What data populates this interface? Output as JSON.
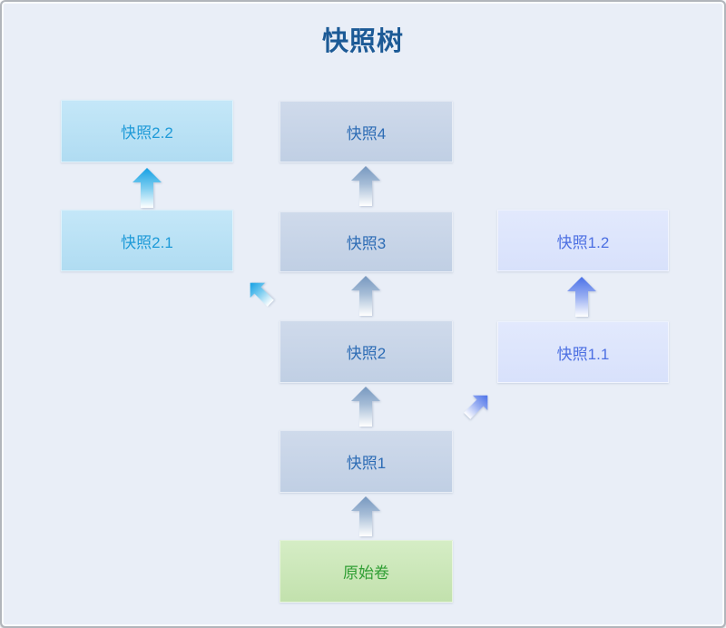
{
  "title": "快照树",
  "diagram": {
    "nodes": [
      {
        "id": "snapshot-2-2",
        "label": "快照2.2",
        "style": "cyan"
      },
      {
        "id": "snapshot-4",
        "label": "快照4",
        "style": "main"
      },
      {
        "id": "snapshot-2-1",
        "label": "快照2.1",
        "style": "cyan"
      },
      {
        "id": "snapshot-3",
        "label": "快照3",
        "style": "main"
      },
      {
        "id": "snapshot-1-2",
        "label": "快照1.2",
        "style": "lavender"
      },
      {
        "id": "snapshot-2",
        "label": "快照2",
        "style": "main"
      },
      {
        "id": "snapshot-1-1",
        "label": "快照1.1",
        "style": "lavender"
      },
      {
        "id": "snapshot-1",
        "label": "快照1",
        "style": "main"
      },
      {
        "id": "origin-volume",
        "label": "原始卷",
        "style": "green"
      }
    ],
    "edges": [
      {
        "from": "origin-volume",
        "to": "snapshot-1",
        "direction": "up",
        "color": "steel"
      },
      {
        "from": "snapshot-1",
        "to": "snapshot-2",
        "direction": "up",
        "color": "steel"
      },
      {
        "from": "snapshot-2",
        "to": "snapshot-3",
        "direction": "up",
        "color": "steel"
      },
      {
        "from": "snapshot-3",
        "to": "snapshot-4",
        "direction": "up",
        "color": "steel"
      },
      {
        "from": "snapshot-2-1",
        "to": "snapshot-2-2",
        "direction": "up",
        "color": "cyan"
      },
      {
        "from": "snapshot-1-1",
        "to": "snapshot-1-2",
        "direction": "up",
        "color": "indigo"
      },
      {
        "from": "snapshot-2",
        "to": "snapshot-2-1",
        "direction": "up-left",
        "color": "cyan"
      },
      {
        "from": "snapshot-1",
        "to": "snapshot-1-1",
        "direction": "up-right",
        "color": "indigo"
      }
    ],
    "colors": {
      "background": "#e9eef7",
      "frame_border": "#b1b5bb",
      "title_text": "#1c5a96",
      "main_box_bg": "#c6d3e7",
      "main_box_text": "#2d6cb5",
      "cyan_box_bg": "#b9e1f5",
      "cyan_box_text": "#1e9ad8",
      "lavender_box_bg": "#dde5fc",
      "lavender_box_text": "#4c6fe2",
      "green_box_bg": "#cce7b9",
      "green_box_text": "#2f9e33",
      "arrow_steel": "#7697bf",
      "arrow_cyan": "#14a0e4",
      "arrow_indigo": "#4b71e8"
    }
  }
}
